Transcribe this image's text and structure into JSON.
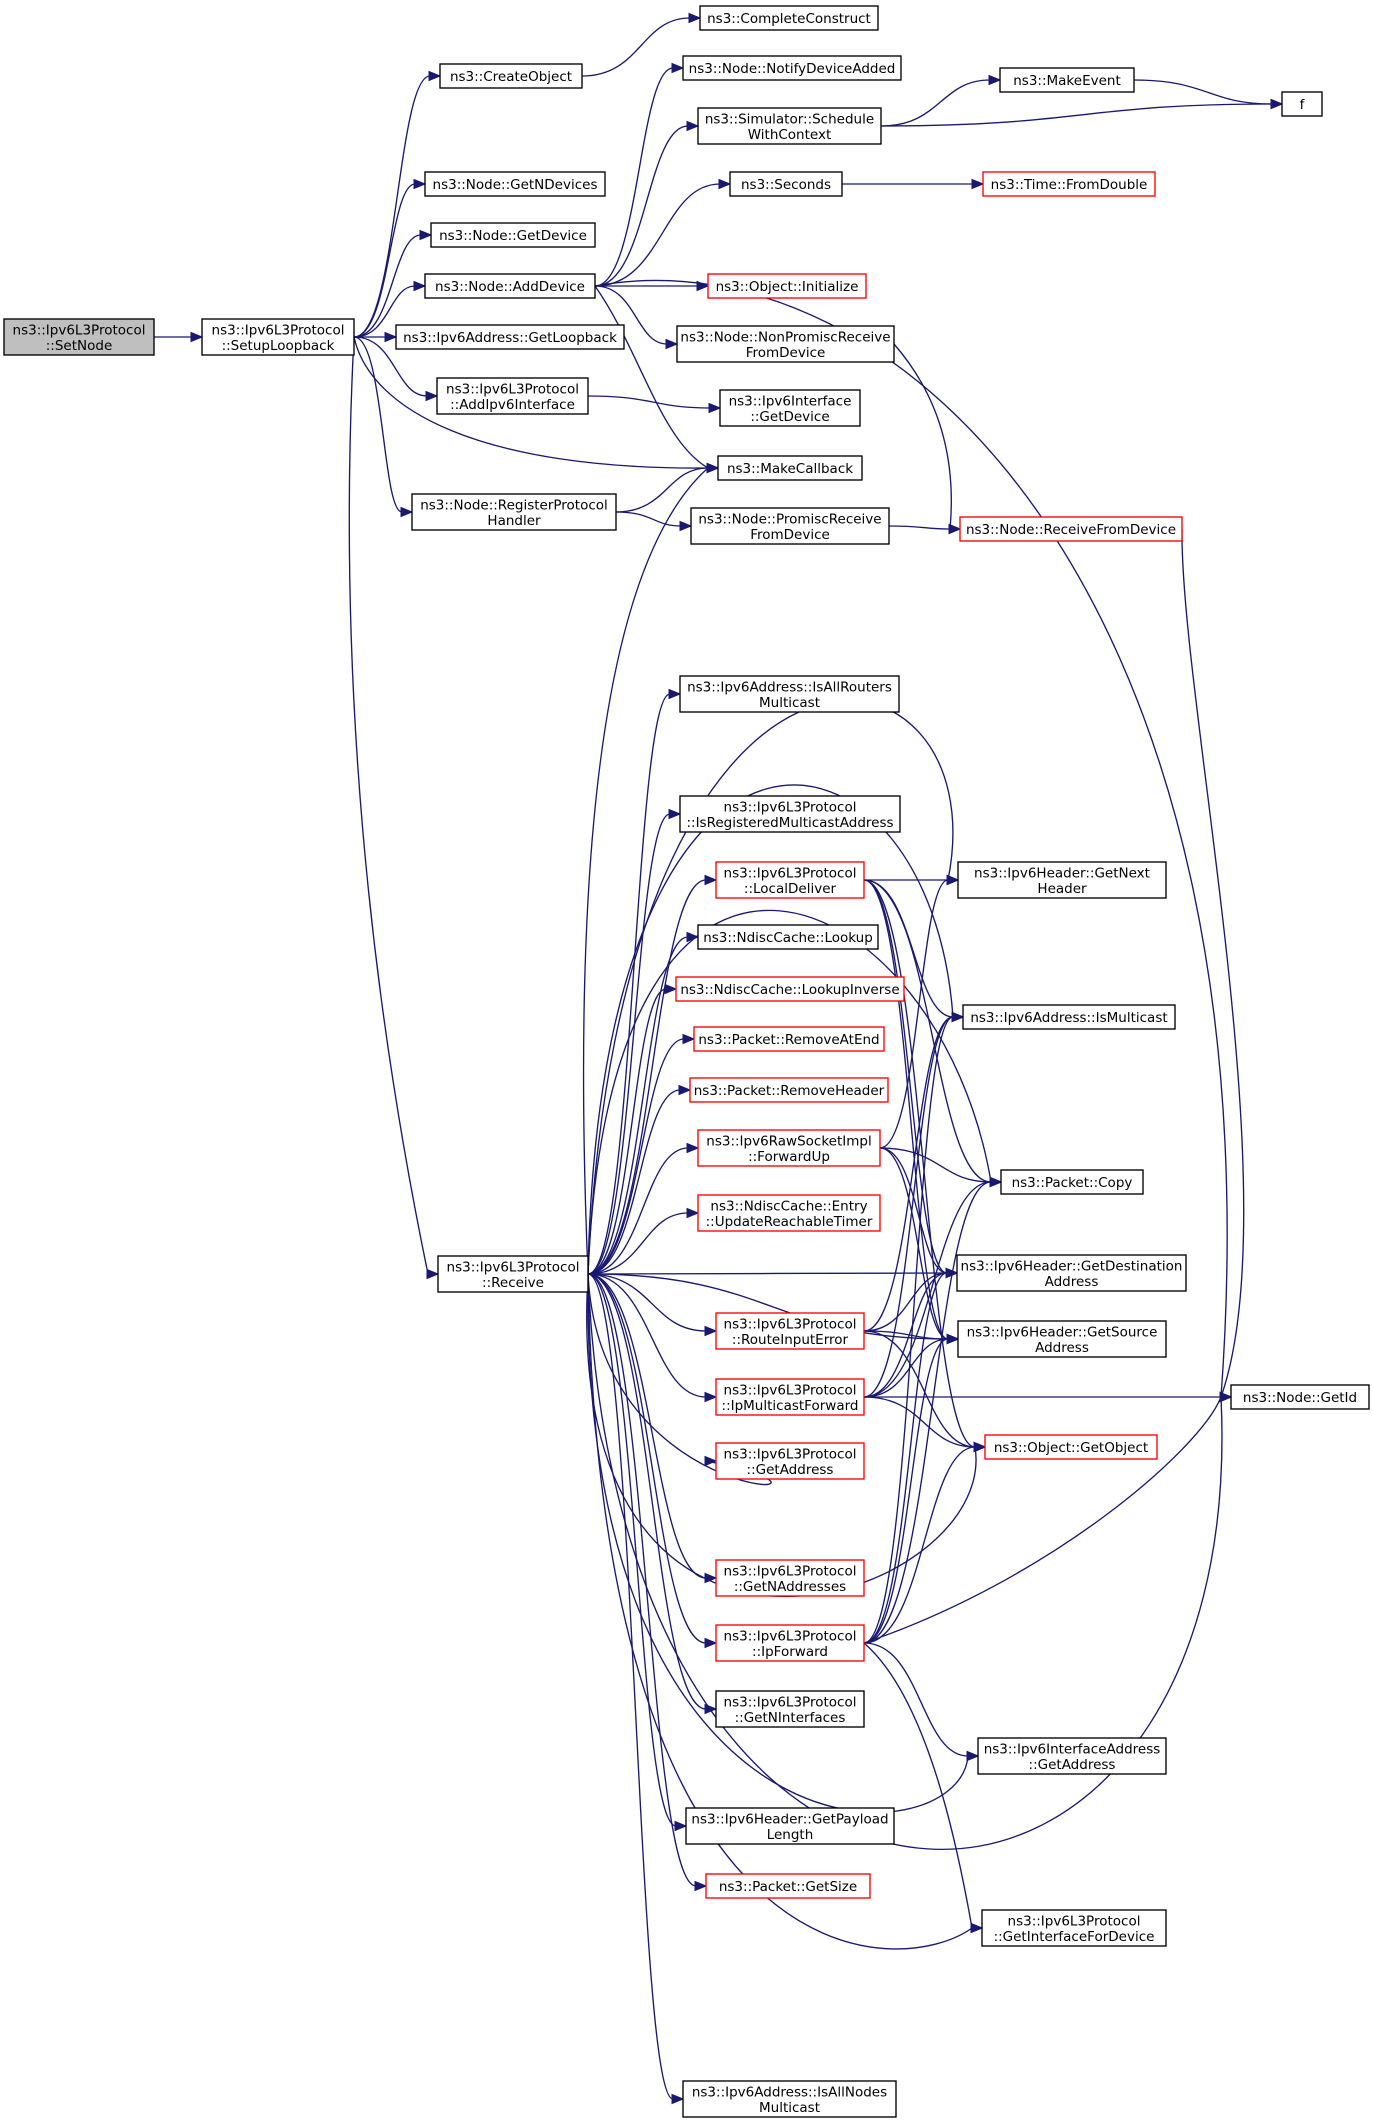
{
  "colors": {
    "edge": "#191970",
    "node_border_default": "#000000",
    "node_border_link": "#ff0000",
    "node_fill_default": "#ffffff",
    "node_fill_root": "#bfbfbf"
  },
  "nodes": [
    {
      "id": "setnode",
      "lines": [
        "ns3::Ipv6L3Protocol",
        "::SetNode"
      ],
      "root": true
    },
    {
      "id": "setuploopback",
      "lines": [
        "ns3::Ipv6L3Protocol",
        "::SetupLoopback"
      ]
    },
    {
      "id": "createobject",
      "lines": [
        "ns3::CreateObject"
      ]
    },
    {
      "id": "completeconstruct",
      "lines": [
        "ns3::CompleteConstruct"
      ]
    },
    {
      "id": "getndevices",
      "lines": [
        "ns3::Node::GetNDevices"
      ]
    },
    {
      "id": "getdevice",
      "lines": [
        "ns3::Node::GetDevice"
      ]
    },
    {
      "id": "adddevice",
      "lines": [
        "ns3::Node::AddDevice"
      ]
    },
    {
      "id": "getloopback",
      "lines": [
        "ns3::Ipv6Address::GetLoopback"
      ]
    },
    {
      "id": "addipv6interface",
      "lines": [
        "ns3::Ipv6L3Protocol",
        "::AddIpv6Interface"
      ]
    },
    {
      "id": "registerprotocolhandler",
      "lines": [
        "ns3::Node::RegisterProtocol",
        "Handler"
      ]
    },
    {
      "id": "notifydeviceadded",
      "lines": [
        "ns3::Node::NotifyDeviceAdded"
      ]
    },
    {
      "id": "schedulewithcontext",
      "lines": [
        "ns3::Simulator::Schedule",
        "WithContext"
      ]
    },
    {
      "id": "seconds",
      "lines": [
        "ns3::Seconds"
      ]
    },
    {
      "id": "objinitialize",
      "lines": [
        "ns3::Object::Initialize"
      ],
      "link": true
    },
    {
      "id": "nonpromiscreceive",
      "lines": [
        "ns3::Node::NonPromiscReceive",
        "FromDevice"
      ]
    },
    {
      "id": "ifacegetdevice",
      "lines": [
        "ns3::Ipv6Interface",
        "::GetDevice"
      ]
    },
    {
      "id": "makecallback",
      "lines": [
        "ns3::MakeCallback"
      ]
    },
    {
      "id": "promiscreceive",
      "lines": [
        "ns3::Node::PromiscReceive",
        "FromDevice"
      ]
    },
    {
      "id": "makeevent",
      "lines": [
        "ns3::MakeEvent"
      ]
    },
    {
      "id": "f",
      "lines": [
        "f"
      ]
    },
    {
      "id": "fromdouble",
      "lines": [
        "ns3::Time::FromDouble"
      ],
      "link": true
    },
    {
      "id": "receivefromdevice",
      "lines": [
        "ns3::Node::ReceiveFromDevice"
      ],
      "link": true
    },
    {
      "id": "isallrouters",
      "lines": [
        "ns3::Ipv6Address::IsAllRouters",
        "Multicast"
      ]
    },
    {
      "id": "isregisteredmulticast",
      "lines": [
        "ns3::Ipv6L3Protocol",
        "::IsRegisteredMulticastAddress"
      ]
    },
    {
      "id": "localdeliver",
      "lines": [
        "ns3::Ipv6L3Protocol",
        "::LocalDeliver"
      ],
      "link": true
    },
    {
      "id": "ndisclookup",
      "lines": [
        "ns3::NdiscCache::Lookup"
      ]
    },
    {
      "id": "ndisclookupinverse",
      "lines": [
        "ns3::NdiscCache::LookupInverse"
      ],
      "link": true
    },
    {
      "id": "removeatend",
      "lines": [
        "ns3::Packet::RemoveAtEnd"
      ],
      "link": true
    },
    {
      "id": "removeheader",
      "lines": [
        "ns3::Packet::RemoveHeader"
      ],
      "link": true
    },
    {
      "id": "forwardup",
      "lines": [
        "ns3::Ipv6RawSocketImpl",
        "::ForwardUp"
      ],
      "link": true
    },
    {
      "id": "updatereachable",
      "lines": [
        "ns3::NdiscCache::Entry",
        "::UpdateReachableTimer"
      ],
      "link": true
    },
    {
      "id": "receive",
      "lines": [
        "ns3::Ipv6L3Protocol",
        "::Receive"
      ]
    },
    {
      "id": "routeinputerror",
      "lines": [
        "ns3::Ipv6L3Protocol",
        "::RouteInputError"
      ],
      "link": true
    },
    {
      "id": "ipmulticastforward",
      "lines": [
        "ns3::Ipv6L3Protocol",
        "::IpMulticastForward"
      ],
      "link": true
    },
    {
      "id": "getaddress",
      "lines": [
        "ns3::Ipv6L3Protocol",
        "::GetAddress"
      ],
      "link": true
    },
    {
      "id": "getnaddresses",
      "lines": [
        "ns3::Ipv6L3Protocol",
        "::GetNAddresses"
      ],
      "link": true
    },
    {
      "id": "ipforward",
      "lines": [
        "ns3::Ipv6L3Protocol",
        "::IpForward"
      ],
      "link": true
    },
    {
      "id": "getninterfaces",
      "lines": [
        "ns3::Ipv6L3Protocol",
        "::GetNInterfaces"
      ]
    },
    {
      "id": "getpayloadlength",
      "lines": [
        "ns3::Ipv6Header::GetPayload",
        "Length"
      ]
    },
    {
      "id": "getsize",
      "lines": [
        "ns3::Packet::GetSize"
      ],
      "link": true
    },
    {
      "id": "isallnodes",
      "lines": [
        "ns3::Ipv6Address::IsAllNodes",
        "Multicast"
      ]
    },
    {
      "id": "getnextheader",
      "lines": [
        "ns3::Ipv6Header::GetNext",
        "Header"
      ]
    },
    {
      "id": "ismulticast",
      "lines": [
        "ns3::Ipv6Address::IsMulticast"
      ]
    },
    {
      "id": "packetcopy",
      "lines": [
        "ns3::Packet::Copy"
      ]
    },
    {
      "id": "getdestination",
      "lines": [
        "ns3::Ipv6Header::GetDestination",
        "Address"
      ]
    },
    {
      "id": "getsource",
      "lines": [
        "ns3::Ipv6Header::GetSource",
        "Address"
      ]
    },
    {
      "id": "getobject",
      "lines": [
        "ns3::Object::GetObject"
      ],
      "link": true
    },
    {
      "id": "ifaceaddrgetaddress",
      "lines": [
        "ns3::Ipv6InterfaceAddress",
        "::GetAddress"
      ]
    },
    {
      "id": "getinterfacefordevice",
      "lines": [
        "ns3::Ipv6L3Protocol",
        "::GetInterfaceForDevice"
      ]
    },
    {
      "id": "getid",
      "lines": [
        "ns3::Node::GetId"
      ]
    }
  ],
  "edges": [
    [
      "setnode",
      "setuploopback"
    ],
    [
      "setuploopback",
      "createobject"
    ],
    [
      "setuploopback",
      "getndevices"
    ],
    [
      "setuploopback",
      "getdevice"
    ],
    [
      "setuploopback",
      "adddevice"
    ],
    [
      "setuploopback",
      "getloopback"
    ],
    [
      "setuploopback",
      "addipv6interface"
    ],
    [
      "setuploopback",
      "makecallback"
    ],
    [
      "setuploopback",
      "registerprotocolhandler"
    ],
    [
      "setuploopback",
      "receive"
    ],
    [
      "createobject",
      "completeconstruct"
    ],
    [
      "adddevice",
      "notifydeviceadded"
    ],
    [
      "adddevice",
      "schedulewithcontext"
    ],
    [
      "adddevice",
      "seconds"
    ],
    [
      "adddevice",
      "getid"
    ],
    [
      "adddevice",
      "objinitialize"
    ],
    [
      "adddevice",
      "nonpromiscreceive"
    ],
    [
      "adddevice",
      "makecallback"
    ],
    [
      "schedulewithcontext",
      "makeevent"
    ],
    [
      "schedulewithcontext",
      "f"
    ],
    [
      "makeevent",
      "f"
    ],
    [
      "seconds",
      "fromdouble"
    ],
    [
      "nonpromiscreceive",
      "receivefromdevice"
    ],
    [
      "addipv6interface",
      "ifacegetdevice"
    ],
    [
      "registerprotocolhandler",
      "makecallback"
    ],
    [
      "registerprotocolhandler",
      "promiscreceive"
    ],
    [
      "promiscreceive",
      "receivefromdevice"
    ],
    [
      "receivefromdevice",
      "getid"
    ],
    [
      "receive",
      "makecallback"
    ],
    [
      "receive",
      "getnextheader"
    ],
    [
      "receive",
      "ismulticast"
    ],
    [
      "receive",
      "isallrouters"
    ],
    [
      "receive",
      "packetcopy"
    ],
    [
      "receive",
      "isregisteredmulticast"
    ],
    [
      "receive",
      "localdeliver"
    ],
    [
      "receive",
      "ndisclookup"
    ],
    [
      "receive",
      "ndisclookupinverse"
    ],
    [
      "receive",
      "removeatend"
    ],
    [
      "receive",
      "removeheader"
    ],
    [
      "receive",
      "forwardup"
    ],
    [
      "receive",
      "updatereachable"
    ],
    [
      "receive",
      "getdestination"
    ],
    [
      "receive",
      "routeinputerror"
    ],
    [
      "receive",
      "getsource"
    ],
    [
      "receive",
      "ipmulticastforward"
    ],
    [
      "receive",
      "getaddress"
    ],
    [
      "receive",
      "getnaddresses"
    ],
    [
      "receive",
      "ipforward"
    ],
    [
      "receive",
      "getninterfaces"
    ],
    [
      "receive",
      "getobject"
    ],
    [
      "receive",
      "ifaceaddrgetaddress"
    ],
    [
      "receive",
      "getpayloadlength"
    ],
    [
      "receive",
      "getsize"
    ],
    [
      "receive",
      "getinterfacefordevice"
    ],
    [
      "receive",
      "getid"
    ],
    [
      "receive",
      "isallnodes"
    ],
    [
      "localdeliver",
      "getnextheader"
    ],
    [
      "localdeliver",
      "ismulticast"
    ],
    [
      "localdeliver",
      "packetcopy"
    ],
    [
      "localdeliver",
      "getdestination"
    ],
    [
      "localdeliver",
      "getsource"
    ],
    [
      "localdeliver",
      "getobject"
    ],
    [
      "forwardup",
      "getnextheader"
    ],
    [
      "forwardup",
      "packetcopy"
    ],
    [
      "forwardup",
      "getdestination"
    ],
    [
      "forwardup",
      "getsource"
    ],
    [
      "routeinputerror",
      "ismulticast"
    ],
    [
      "routeinputerror",
      "getdestination"
    ],
    [
      "routeinputerror",
      "getsource"
    ],
    [
      "routeinputerror",
      "getobject"
    ],
    [
      "ipmulticastforward",
      "ismulticast"
    ],
    [
      "ipmulticastforward",
      "packetcopy"
    ],
    [
      "ipmulticastforward",
      "getdestination"
    ],
    [
      "ipmulticastforward",
      "getsource"
    ],
    [
      "ipmulticastforward",
      "getid"
    ],
    [
      "ipmulticastforward",
      "getobject"
    ],
    [
      "ipforward",
      "ismulticast"
    ],
    [
      "ipforward",
      "packetcopy"
    ],
    [
      "ipforward",
      "getdestination"
    ],
    [
      "ipforward",
      "getsource"
    ],
    [
      "ipforward",
      "getobject"
    ],
    [
      "ipforward",
      "getid"
    ],
    [
      "ipforward",
      "ifaceaddrgetaddress"
    ],
    [
      "ipforward",
      "getinterfacefordevice"
    ]
  ]
}
